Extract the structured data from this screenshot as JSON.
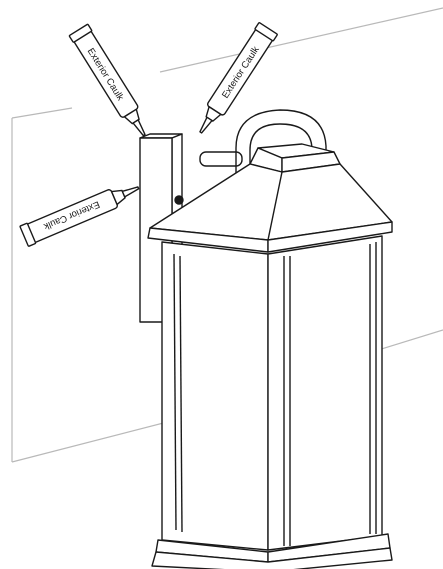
{
  "caulk_tubes": [
    {
      "label": "Exterior Caulk"
    },
    {
      "label": "Exterior Caulk"
    },
    {
      "label": "Exterior Caulk"
    }
  ],
  "colors": {
    "ink": "#1a1a1a",
    "wall_line": "#b9b9b9",
    "background": "#ffffff"
  }
}
